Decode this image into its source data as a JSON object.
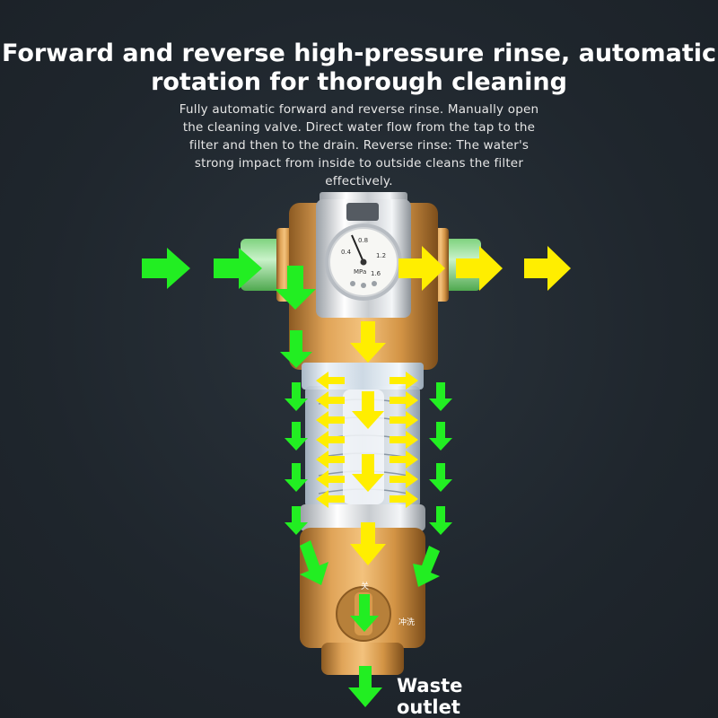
{
  "headline": {
    "line1": "Forward and reverse high-pressure rinse, automatic",
    "line2": "rotation for thorough cleaning"
  },
  "description": {
    "line1": "Fully automatic forward and reverse rinse. Manually open",
    "line2": "the cleaning valve. Direct water flow from the tap to the",
    "line3": "filter and then to the drain. Reverse rinse: The water's",
    "line4": "strong impact from inside to outside cleans the filter",
    "line5": "effectively."
  },
  "gauge": {
    "ticks": [
      "0.4",
      "0.8",
      "1.2",
      "1.6"
    ],
    "unit": "MPa"
  },
  "knob": {
    "label_close": "关",
    "label_wash": "冲洗"
  },
  "waste_label": {
    "line1": "Waste",
    "line2": "outlet"
  },
  "colors": {
    "background": "#1f262d",
    "inflow_arrow": "#22ee22",
    "outflow_arrow": "#ffee00",
    "housing": "#c98c3f",
    "text": "#ffffff"
  }
}
